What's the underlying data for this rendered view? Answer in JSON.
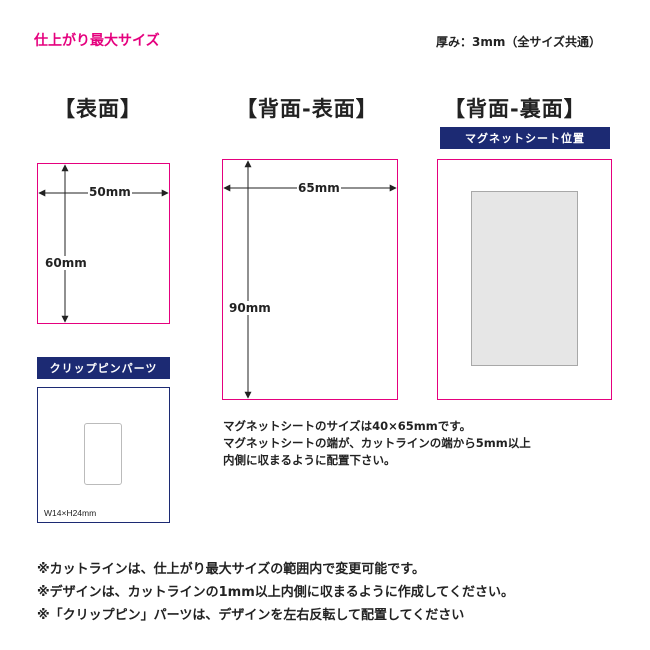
{
  "header": {
    "title": "仕上がり最大サイズ",
    "thickness": "厚み：3mm（全サイズ共通）"
  },
  "sections": {
    "front": {
      "title": "【表面】",
      "width_label": "50mm",
      "height_label": "60mm"
    },
    "back_front": {
      "title": "【背面-表面】",
      "width_label": "65mm",
      "height_label": "90mm"
    },
    "back_back": {
      "title": "【背面-裏面】",
      "magnet_bar": "マグネットシート位置"
    }
  },
  "clip": {
    "bar": "クリップピンパーツ",
    "size_label": "W14×H24mm"
  },
  "magnet_note": [
    "マグネットシートのサイズは40×65mmです。",
    "マグネットシートの端が、カットラインの端から5mm以上",
    "内側に収まるように配置下さい。"
  ],
  "footer_notes": [
    "※カットラインは、仕上がり最大サイズの範囲内で変更可能です。",
    "※デザインは、カットラインの1mm以上内側に収まるように作成してください。",
    "※「クリップピン」パーツは、デザインを左右反転して配置してください"
  ],
  "colors": {
    "accent_pink": "#e5007e",
    "navy": "#1c2a73",
    "magnet_gray": "#e6e6e6"
  }
}
